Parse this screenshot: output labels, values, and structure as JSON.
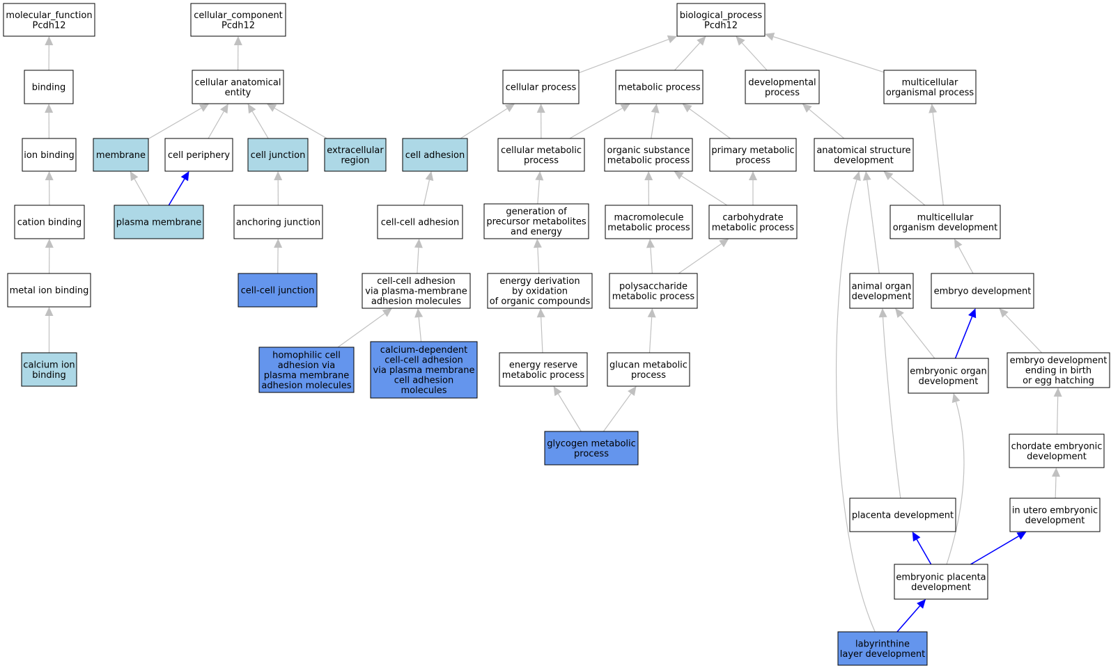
{
  "colors": {
    "plain": "#ffffff",
    "annotated": "#add8e6",
    "direct": "#6495ed",
    "edge_gray": "#c0c0c0",
    "edge_blue": "#0000ff"
  },
  "nodes": {
    "mf_root": {
      "lines": [
        "molecular_function",
        "Pcdh12"
      ],
      "fill": "plain"
    },
    "cc_root": {
      "lines": [
        "cellular_component",
        "Pcdh12"
      ],
      "fill": "plain"
    },
    "bp_root": {
      "lines": [
        "biological_process",
        "Pcdh12"
      ],
      "fill": "plain"
    },
    "binding": {
      "lines": [
        "binding"
      ],
      "fill": "plain"
    },
    "ion_binding": {
      "lines": [
        "ion binding"
      ],
      "fill": "plain"
    },
    "cation_binding": {
      "lines": [
        "cation binding"
      ],
      "fill": "plain"
    },
    "metal_ion_binding": {
      "lines": [
        "metal ion binding"
      ],
      "fill": "plain"
    },
    "calcium_ion_binding": {
      "lines": [
        "calcium ion",
        "binding"
      ],
      "fill": "annotated"
    },
    "cellular_anatomical_entity": {
      "lines": [
        "cellular anatomical",
        "entity"
      ],
      "fill": "plain"
    },
    "membrane": {
      "lines": [
        "membrane"
      ],
      "fill": "annotated"
    },
    "cell_periphery": {
      "lines": [
        "cell periphery"
      ],
      "fill": "plain"
    },
    "cell_junction": {
      "lines": [
        "cell junction"
      ],
      "fill": "annotated"
    },
    "extracellular_region": {
      "lines": [
        "extracellular",
        "region"
      ],
      "fill": "annotated"
    },
    "plasma_membrane": {
      "lines": [
        "plasma membrane"
      ],
      "fill": "annotated"
    },
    "anchoring_junction": {
      "lines": [
        "anchoring junction"
      ],
      "fill": "plain"
    },
    "cell_cell_junction": {
      "lines": [
        "cell-cell junction"
      ],
      "fill": "direct"
    },
    "cellular_process": {
      "lines": [
        "cellular process"
      ],
      "fill": "plain"
    },
    "metabolic_process": {
      "lines": [
        "metabolic process"
      ],
      "fill": "plain"
    },
    "developmental_process": {
      "lines": [
        "developmental",
        "process"
      ],
      "fill": "plain"
    },
    "multicellular_organismal_process": {
      "lines": [
        "multicellular",
        "organismal process"
      ],
      "fill": "plain"
    },
    "cell_adhesion": {
      "lines": [
        "cell adhesion"
      ],
      "fill": "annotated"
    },
    "cellular_metabolic_process": {
      "lines": [
        "cellular metabolic",
        "process"
      ],
      "fill": "plain"
    },
    "organic_substance_metabolic_process": {
      "lines": [
        "organic substance",
        "metabolic process"
      ],
      "fill": "plain"
    },
    "primary_metabolic_process": {
      "lines": [
        "primary metabolic",
        "process"
      ],
      "fill": "plain"
    },
    "anatomical_structure_development": {
      "lines": [
        "anatomical structure",
        "development"
      ],
      "fill": "plain"
    },
    "cell_cell_adhesion": {
      "lines": [
        "cell-cell adhesion"
      ],
      "fill": "plain"
    },
    "generation_of_precursor_metabolites": {
      "lines": [
        "generation of",
        "precursor metabolites",
        "and energy"
      ],
      "fill": "plain"
    },
    "macromolecule_metabolic_process": {
      "lines": [
        "macromolecule",
        "metabolic process"
      ],
      "fill": "plain"
    },
    "carbohydrate_metabolic_process": {
      "lines": [
        "carbohydrate",
        "metabolic process"
      ],
      "fill": "plain"
    },
    "multicellular_organism_development": {
      "lines": [
        "multicellular",
        "organism development"
      ],
      "fill": "plain"
    },
    "cell_cell_adhesion_pm": {
      "lines": [
        "cell-cell adhesion",
        "via plasma-membrane",
        "adhesion molecules"
      ],
      "fill": "plain"
    },
    "energy_derivation": {
      "lines": [
        "energy derivation",
        "by oxidation",
        "of organic compounds"
      ],
      "fill": "plain"
    },
    "polysaccharide_metabolic_process": {
      "lines": [
        "polysaccharide",
        "metabolic process"
      ],
      "fill": "plain"
    },
    "animal_organ_development": {
      "lines": [
        "animal organ",
        "development"
      ],
      "fill": "plain"
    },
    "embryo_development": {
      "lines": [
        "embryo development"
      ],
      "fill": "plain"
    },
    "homophilic_cell_adhesion": {
      "lines": [
        "homophilic cell",
        "adhesion via",
        "plasma membrane",
        "adhesion molecules"
      ],
      "fill": "direct"
    },
    "calcium_dependent_adhesion": {
      "lines": [
        "calcium-dependent",
        "cell-cell adhesion",
        "via plasma membrane",
        "cell adhesion",
        "molecules"
      ],
      "fill": "direct"
    },
    "energy_reserve_metabolic_process": {
      "lines": [
        "energy reserve",
        "metabolic process"
      ],
      "fill": "plain"
    },
    "glucan_metabolic_process": {
      "lines": [
        "glucan metabolic",
        "process"
      ],
      "fill": "plain"
    },
    "embryonic_organ_development": {
      "lines": [
        "embryonic organ",
        "development"
      ],
      "fill": "plain"
    },
    "embryo_development_birth": {
      "lines": [
        "embryo development",
        "ending in birth",
        "or egg hatching"
      ],
      "fill": "plain"
    },
    "glycogen_metabolic_process": {
      "lines": [
        "glycogen metabolic",
        "process"
      ],
      "fill": "direct"
    },
    "chordate_embryonic_development": {
      "lines": [
        "chordate embryonic",
        "development"
      ],
      "fill": "plain"
    },
    "placenta_development": {
      "lines": [
        "placenta development"
      ],
      "fill": "plain"
    },
    "in_utero_embryonic_development": {
      "lines": [
        "in utero embryonic",
        "development"
      ],
      "fill": "plain"
    },
    "embryonic_placenta_development": {
      "lines": [
        "embryonic placenta",
        "development"
      ],
      "fill": "plain"
    },
    "labyrinthine_layer_development": {
      "lines": [
        "labyrinthine",
        "layer development"
      ],
      "fill": "direct"
    }
  },
  "edges": [
    {
      "from": "binding",
      "to": "mf_root",
      "style": "gray"
    },
    {
      "from": "ion_binding",
      "to": "binding",
      "style": "gray"
    },
    {
      "from": "cation_binding",
      "to": "ion_binding",
      "style": "gray"
    },
    {
      "from": "metal_ion_binding",
      "to": "cation_binding",
      "style": "gray"
    },
    {
      "from": "calcium_ion_binding",
      "to": "metal_ion_binding",
      "style": "gray"
    },
    {
      "from": "cellular_anatomical_entity",
      "to": "cc_root",
      "style": "gray"
    },
    {
      "from": "membrane",
      "to": "cellular_anatomical_entity",
      "style": "gray"
    },
    {
      "from": "cell_periphery",
      "to": "cellular_anatomical_entity",
      "style": "gray"
    },
    {
      "from": "cell_junction",
      "to": "cellular_anatomical_entity",
      "style": "gray"
    },
    {
      "from": "extracellular_region",
      "to": "cellular_anatomical_entity",
      "style": "gray"
    },
    {
      "from": "plasma_membrane",
      "to": "membrane",
      "style": "gray"
    },
    {
      "from": "plasma_membrane",
      "to": "cell_periphery",
      "style": "blue"
    },
    {
      "from": "anchoring_junction",
      "to": "cell_junction",
      "style": "gray"
    },
    {
      "from": "cell_cell_junction",
      "to": "anchoring_junction",
      "style": "gray"
    },
    {
      "from": "cellular_process",
      "to": "bp_root",
      "style": "gray"
    },
    {
      "from": "metabolic_process",
      "to": "bp_root",
      "style": "gray"
    },
    {
      "from": "developmental_process",
      "to": "bp_root",
      "style": "gray"
    },
    {
      "from": "multicellular_organismal_process",
      "to": "bp_root",
      "style": "gray"
    },
    {
      "from": "cell_adhesion",
      "to": "cellular_process",
      "style": "gray"
    },
    {
      "from": "cellular_metabolic_process",
      "to": "cellular_process",
      "style": "gray"
    },
    {
      "from": "cellular_metabolic_process",
      "to": "metabolic_process",
      "style": "gray"
    },
    {
      "from": "organic_substance_metabolic_process",
      "to": "metabolic_process",
      "style": "gray"
    },
    {
      "from": "primary_metabolic_process",
      "to": "metabolic_process",
      "style": "gray"
    },
    {
      "from": "anatomical_structure_development",
      "to": "developmental_process",
      "style": "gray"
    },
    {
      "from": "cell_cell_adhesion",
      "to": "cell_adhesion",
      "style": "gray"
    },
    {
      "from": "generation_of_precursor_metabolites",
      "to": "cellular_metabolic_process",
      "style": "gray"
    },
    {
      "from": "macromolecule_metabolic_process",
      "to": "organic_substance_metabolic_process",
      "style": "gray"
    },
    {
      "from": "carbohydrate_metabolic_process",
      "to": "organic_substance_metabolic_process",
      "style": "gray"
    },
    {
      "from": "carbohydrate_metabolic_process",
      "to": "primary_metabolic_process",
      "style": "gray"
    },
    {
      "from": "multicellular_organism_development",
      "to": "anatomical_structure_development",
      "style": "gray"
    },
    {
      "from": "multicellular_organism_development",
      "to": "multicellular_organismal_process",
      "style": "gray"
    },
    {
      "from": "cell_cell_adhesion_pm",
      "to": "cell_cell_adhesion",
      "style": "gray"
    },
    {
      "from": "energy_derivation",
      "to": "generation_of_precursor_metabolites",
      "style": "gray"
    },
    {
      "from": "polysaccharide_metabolic_process",
      "to": "macromolecule_metabolic_process",
      "style": "gray"
    },
    {
      "from": "polysaccharide_metabolic_process",
      "to": "carbohydrate_metabolic_process",
      "style": "gray"
    },
    {
      "from": "animal_organ_development",
      "to": "anatomical_structure_development",
      "style": "gray"
    },
    {
      "from": "embryo_development",
      "to": "multicellular_organism_development",
      "style": "gray"
    },
    {
      "from": "homophilic_cell_adhesion",
      "to": "cell_cell_adhesion_pm",
      "style": "gray"
    },
    {
      "from": "calcium_dependent_adhesion",
      "to": "cell_cell_adhesion_pm",
      "style": "gray"
    },
    {
      "from": "energy_reserve_metabolic_process",
      "to": "energy_derivation",
      "style": "gray"
    },
    {
      "from": "glucan_metabolic_process",
      "to": "polysaccharide_metabolic_process",
      "style": "gray"
    },
    {
      "from": "embryonic_organ_development",
      "to": "animal_organ_development",
      "style": "gray"
    },
    {
      "from": "embryonic_organ_development",
      "to": "embryo_development",
      "style": "blue"
    },
    {
      "from": "embryo_development_birth",
      "to": "embryo_development",
      "style": "gray"
    },
    {
      "from": "glycogen_metabolic_process",
      "to": "energy_reserve_metabolic_process",
      "style": "gray"
    },
    {
      "from": "glycogen_metabolic_process",
      "to": "glucan_metabolic_process",
      "style": "gray"
    },
    {
      "from": "chordate_embryonic_development",
      "to": "embryo_development_birth",
      "style": "gray"
    },
    {
      "from": "placenta_development",
      "to": "animal_organ_development",
      "style": "gray"
    },
    {
      "from": "in_utero_embryonic_development",
      "to": "chordate_embryonic_development",
      "style": "gray"
    },
    {
      "from": "embryonic_placenta_development",
      "to": "placenta_development",
      "style": "blue"
    },
    {
      "from": "embryonic_placenta_development",
      "to": "in_utero_embryonic_development",
      "style": "blue"
    },
    {
      "from": "embryonic_placenta_development",
      "to": "embryonic_organ_development",
      "style": "gray"
    },
    {
      "from": "labyrinthine_layer_development",
      "to": "embryonic_placenta_development",
      "style": "blue"
    },
    {
      "from": "labyrinthine_layer_development",
      "to": "anatomical_structure_development",
      "style": "gray"
    }
  ]
}
